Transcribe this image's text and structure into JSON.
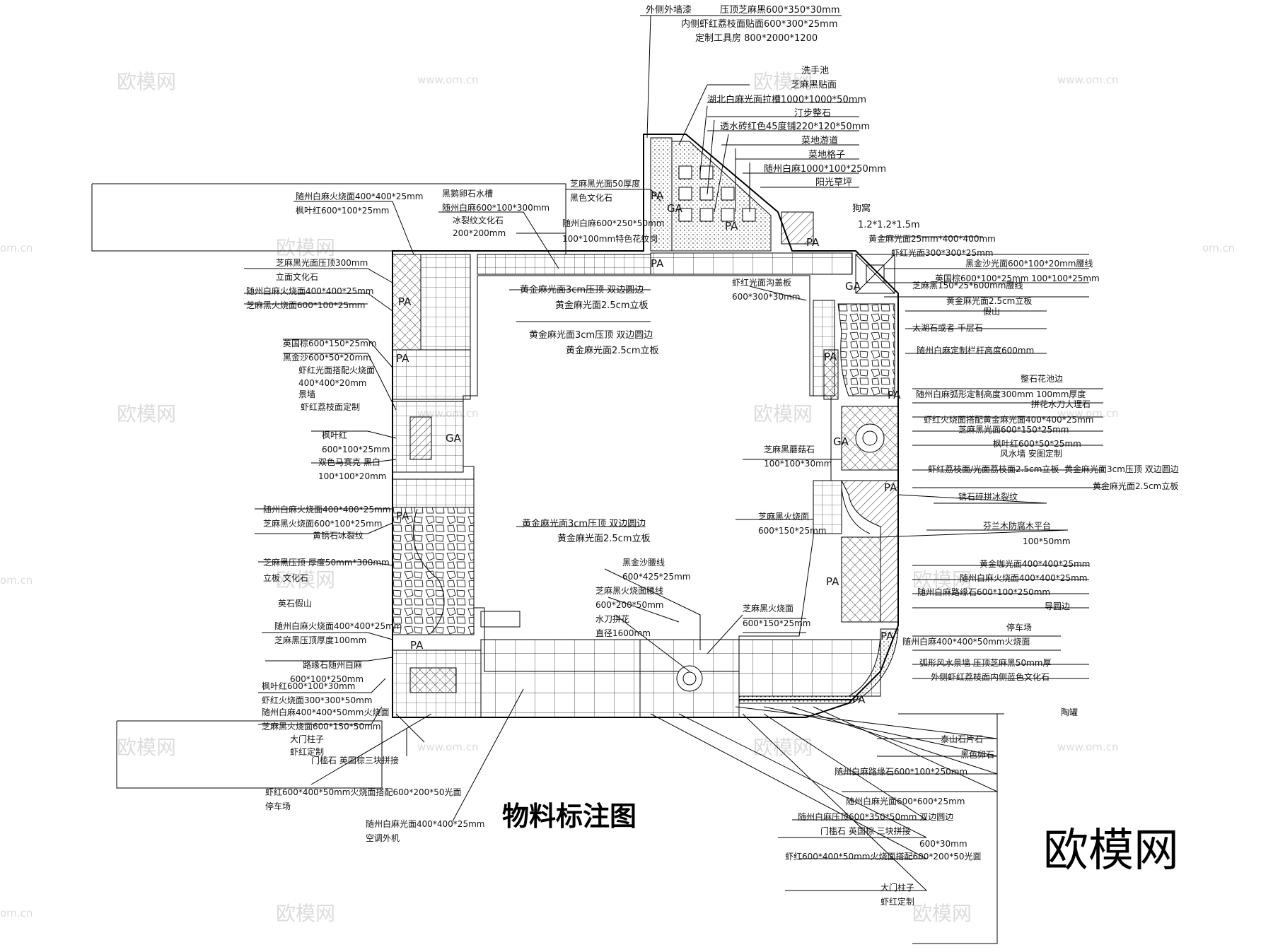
{
  "title": "物料标注图",
  "brand": "欧模网",
  "watermark": {
    "logo": "欧模网",
    "url": "www.om.cn",
    "tail": "om.cn"
  },
  "zone_tags": {
    "pa": "PA",
    "ga": "GA"
  },
  "labels": {
    "top": [
      "外侧外墙漆",
      "压顶芝麻黑600*350*30mm",
      "内侧虾红荔枝面贴面600*300*25mm",
      "定制工具房 800*2000*1200"
    ],
    "wash": [
      "洗手池",
      "芝麻黑贴面",
      "湖北白麻光面拉槽1000*1000*50mm",
      "汀步整石",
      "透水砖红色45度铺220*120*50mm",
      "菜地游道",
      "菜地格子",
      "随州白麻1000*100*250mm",
      "阳光草坪"
    ],
    "dog": [
      "狗窝",
      "1.2*1.2*1.5m"
    ],
    "tl1": [
      "随州白麻火烧面400*400*25mm",
      "枫叶红600*100*25mm"
    ],
    "tl2": [
      "黑鹅卵石水槽",
      "随州白麻600*100*300mm",
      "冰裂纹文化石",
      "200*200mm"
    ],
    "tl3": [
      "芝麻黑光面50厚度",
      "黑色文化石"
    ],
    "tl4": [
      "随州白麻600*250*50mm",
      "100*100mm特色花纹岗"
    ],
    "l1": [
      "芝麻黑光面压顶300mm",
      "立面文化石",
      "随州白麻火烧面400*400*25mm",
      "芝麻黑火烧面600*100*25mm"
    ],
    "l2": [
      "英国棕600*150*25mm",
      "黑金沙600*50*20mm",
      "虾红光面搭配火烧面",
      "400*400*20mm",
      "景墙",
      "虾红荔枝面定制"
    ],
    "l3": [
      "枫叶红",
      "600*100*25mm",
      "双色马赛克  黑白",
      "100*100*20mm"
    ],
    "l4": [
      "随州白麻火烧面400*400*25mm",
      "芝麻黑火烧面600*100*25mm",
      "黄锈石冰裂纹"
    ],
    "l5": [
      "芝麻黑压顶  厚度50mm*300mm",
      "立板  文化石"
    ],
    "l6": [
      "英石假山"
    ],
    "l7": [
      "随州白麻火烧面400*400*25mm",
      "芝麻黑压顶厚度100mm"
    ],
    "l8": [
      "路缘石随州白麻",
      "600*100*250mm",
      "枫叶红600*100*30mm",
      "虾红火烧面300*300*50mm",
      "随州白麻400*400*50mm火烧面",
      "芝麻黑火烧面600*150*50mm",
      "大门柱子",
      "虾红定制",
      "门槛石  英国棕三块拼接"
    ],
    "bl1": [
      "虾红600*400*50mm火烧面搭配600*200*50光面",
      "停车场"
    ],
    "bl2": [
      "随州白麻光面400*400*25mm",
      "空调外机"
    ],
    "c1": [
      "黄金麻光面3cm压顶  双边圆边",
      "黄金麻光面2.5cm立板"
    ],
    "c2": [
      "黄金麻光面3cm压顶  双边圆边",
      "黄金麻光面2.5cm立板"
    ],
    "c3": [
      "黄金麻光面3cm压顶  双边圆边",
      "黄金麻光面2.5cm立板"
    ],
    "c4": [
      "黑金沙腰线",
      "600*425*25mm",
      "芝麻黑火烧面腰线",
      "600*200*50mm",
      "水刀拼花",
      "直径1600mm"
    ],
    "c5": [
      "芝麻黑火烧面",
      "600*150*25mm"
    ],
    "c6": [
      "虾红光面沟盖板",
      "600*300*30mm"
    ],
    "r1": [
      "黄金麻光面25mm*400*400mm",
      "虾红光面300*300*25mm",
      "黑金沙光面600*100*20mm腰线",
      "英国棕600*100*25mm  100*100*25mm",
      "芝麻黑150*25*600mm腰线",
      "黄金麻光面2.5cm立板",
      "假山",
      "太湖石或者  千层石",
      "随州白麻定制栏杆高度600mm"
    ],
    "r2": [
      "整石花池边",
      "随州白麻弧形定制高度300mm  100mm厚度",
      "拼花水刀大理石",
      "虾红火烧面搭配黄金麻光面400*400*25mm",
      "芝麻黑光面600*150*25mm",
      "枫叶红600*50*25mm",
      "风水墙  安图定制",
      "虾红荔枝面/光面荔枝面2.5cm立板",
      "黄金麻光面3cm压顶  双边圆边",
      "黄金麻光面2.5cm立板"
    ],
    "r3": [
      "芝麻黑蘑菇石",
      "100*100*30mm",
      "锈石碎拼冰裂纹"
    ],
    "r4": [
      "芝麻黑火烧面",
      "600*150*25mm",
      "芬兰木防腐木平台",
      "100*50mm"
    ],
    "r5": [
      "黄金咖光面400*400*25mm",
      "随州白麻火烧面400*400*25mm",
      "随州白麻路缘石600*100*250mm",
      "导圆边",
      "停车场",
      "随州白麻400*400*50mm火烧面",
      "弧形风水景墙  压顶芝麻黑50mm厚",
      "外侧虾红荔枝面内侧蓝色文化石",
      "陶罐"
    ],
    "r6": [
      "泰山石片石",
      "黑色卵石",
      "随州白麻路缘石600*100*250mm",
      "随州白麻光面600*600*25mm",
      "随州白麻压顶600*350*50mm  双边圆边",
      "门槛石  英国棕  三块拼接",
      "600*30mm",
      "虾红600*400*50mm火烧面搭配600*200*50光面",
      "大门柱子",
      "虾红定制"
    ]
  }
}
